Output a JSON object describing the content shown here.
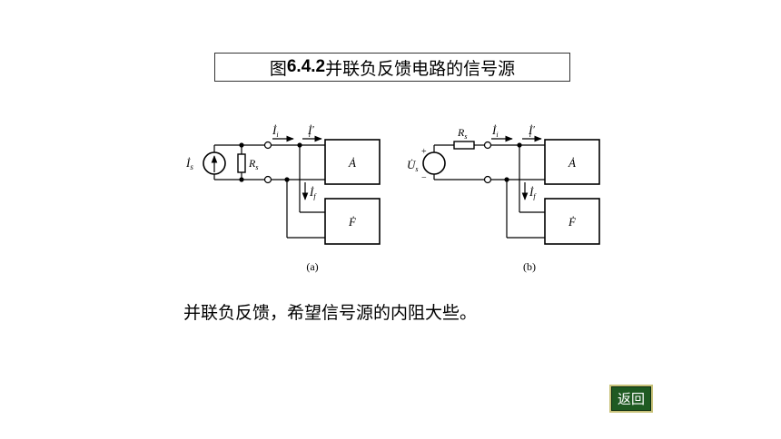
{
  "title": {
    "prefix": "图",
    "number": "6.4.2",
    "text": " 并联负反馈电路的信号源"
  },
  "circuit_a": {
    "source_label": "İ",
    "source_sub": "s",
    "resistor_label": "R",
    "resistor_sub": "s",
    "current_in": "İ",
    "current_in_sub": "i",
    "current_in_prime": "İ",
    "current_in_prime_sub": "i",
    "prime_mark": "′",
    "feedback_current": "İ",
    "feedback_current_sub": "f",
    "amplifier_label": "Ȧ",
    "feedback_label": "Ḟ",
    "caption": "(a)"
  },
  "circuit_b": {
    "source_label": "U̇",
    "source_sub": "s",
    "plus": "+",
    "minus": "−",
    "resistor_label": "R",
    "resistor_sub": "s",
    "current_in": "İ",
    "current_in_sub": "i",
    "current_in_prime": "İ",
    "current_in_prime_sub": "i",
    "prime_mark": "′",
    "feedback_current": "İ",
    "feedback_current_sub": "f",
    "amplifier_label": "Ȧ",
    "feedback_label": "Ḟ",
    "caption": "(b)"
  },
  "caption": "并联负反馈，希望信号源的内阻大些。",
  "back_button": "返回"
}
